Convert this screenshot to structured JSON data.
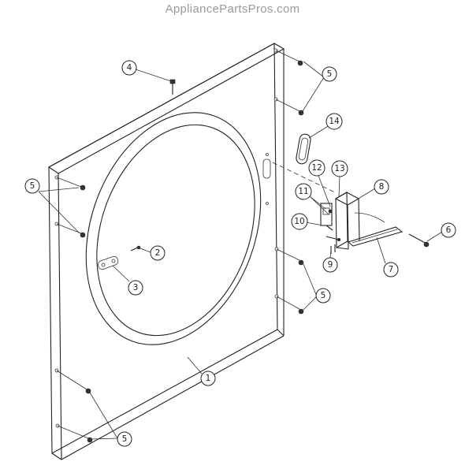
{
  "header": {
    "site_name": "AppliancePartsPros.com"
  },
  "callouts": [
    {
      "id": "c4a",
      "label": "4"
    },
    {
      "id": "c5a",
      "label": "5"
    },
    {
      "id": "c5b",
      "label": "5"
    },
    {
      "id": "c14",
      "label": "14"
    },
    {
      "id": "c12",
      "label": "12"
    },
    {
      "id": "c13",
      "label": "13"
    },
    {
      "id": "c8",
      "label": "8"
    },
    {
      "id": "c11",
      "label": "11"
    },
    {
      "id": "c10",
      "label": "10"
    },
    {
      "id": "c2",
      "label": "2"
    },
    {
      "id": "c3",
      "label": "3"
    },
    {
      "id": "c6",
      "label": "6"
    },
    {
      "id": "c9",
      "label": "9"
    },
    {
      "id": "c7",
      "label": "7"
    },
    {
      "id": "c5c",
      "label": "5"
    },
    {
      "id": "c1",
      "label": "1"
    },
    {
      "id": "c5d",
      "label": "5"
    }
  ]
}
